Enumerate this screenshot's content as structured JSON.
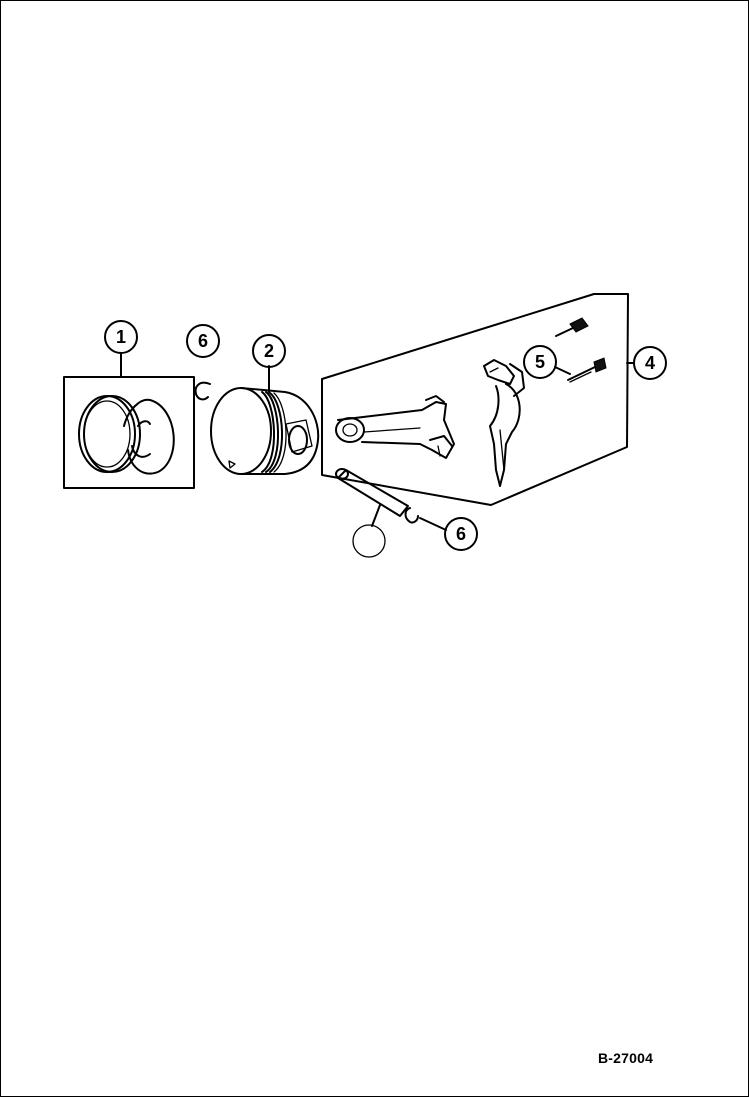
{
  "callouts": {
    "piston_rings": "1",
    "piston": "2",
    "connecting_rod": "4",
    "rod_bolt": "5",
    "snap_ring": "6",
    "piston_pin": "",
    "snap_ring_lower": "6"
  },
  "figure_code": "B-27004",
  "colors": {
    "line": "#000000",
    "background": "#ffffff"
  }
}
